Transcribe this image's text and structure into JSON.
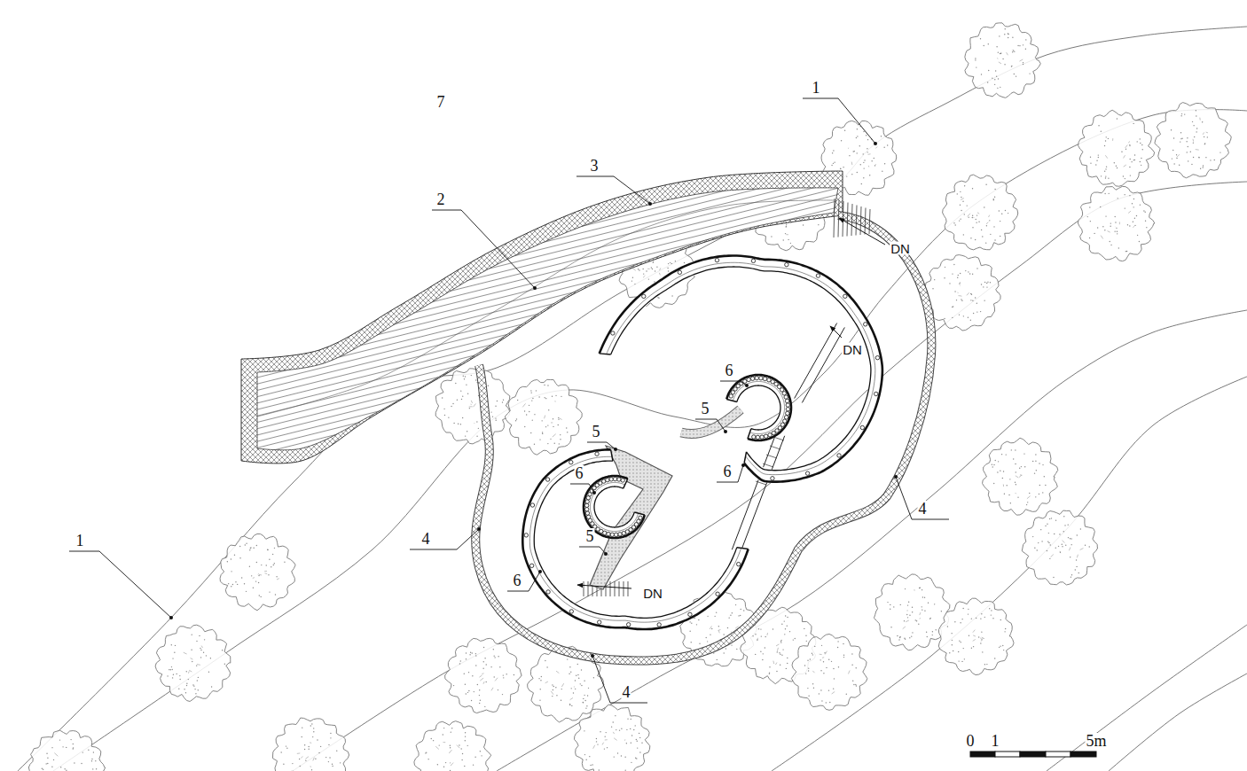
{
  "diagram": {
    "labels": [
      "7",
      "1",
      "3",
      "2",
      "DN",
      "DN",
      "6",
      "5",
      "5",
      "6",
      "6",
      "4",
      "5",
      "1",
      "4",
      "6",
      "DN",
      "4",
      "0",
      "1",
      "5m"
    ]
  }
}
